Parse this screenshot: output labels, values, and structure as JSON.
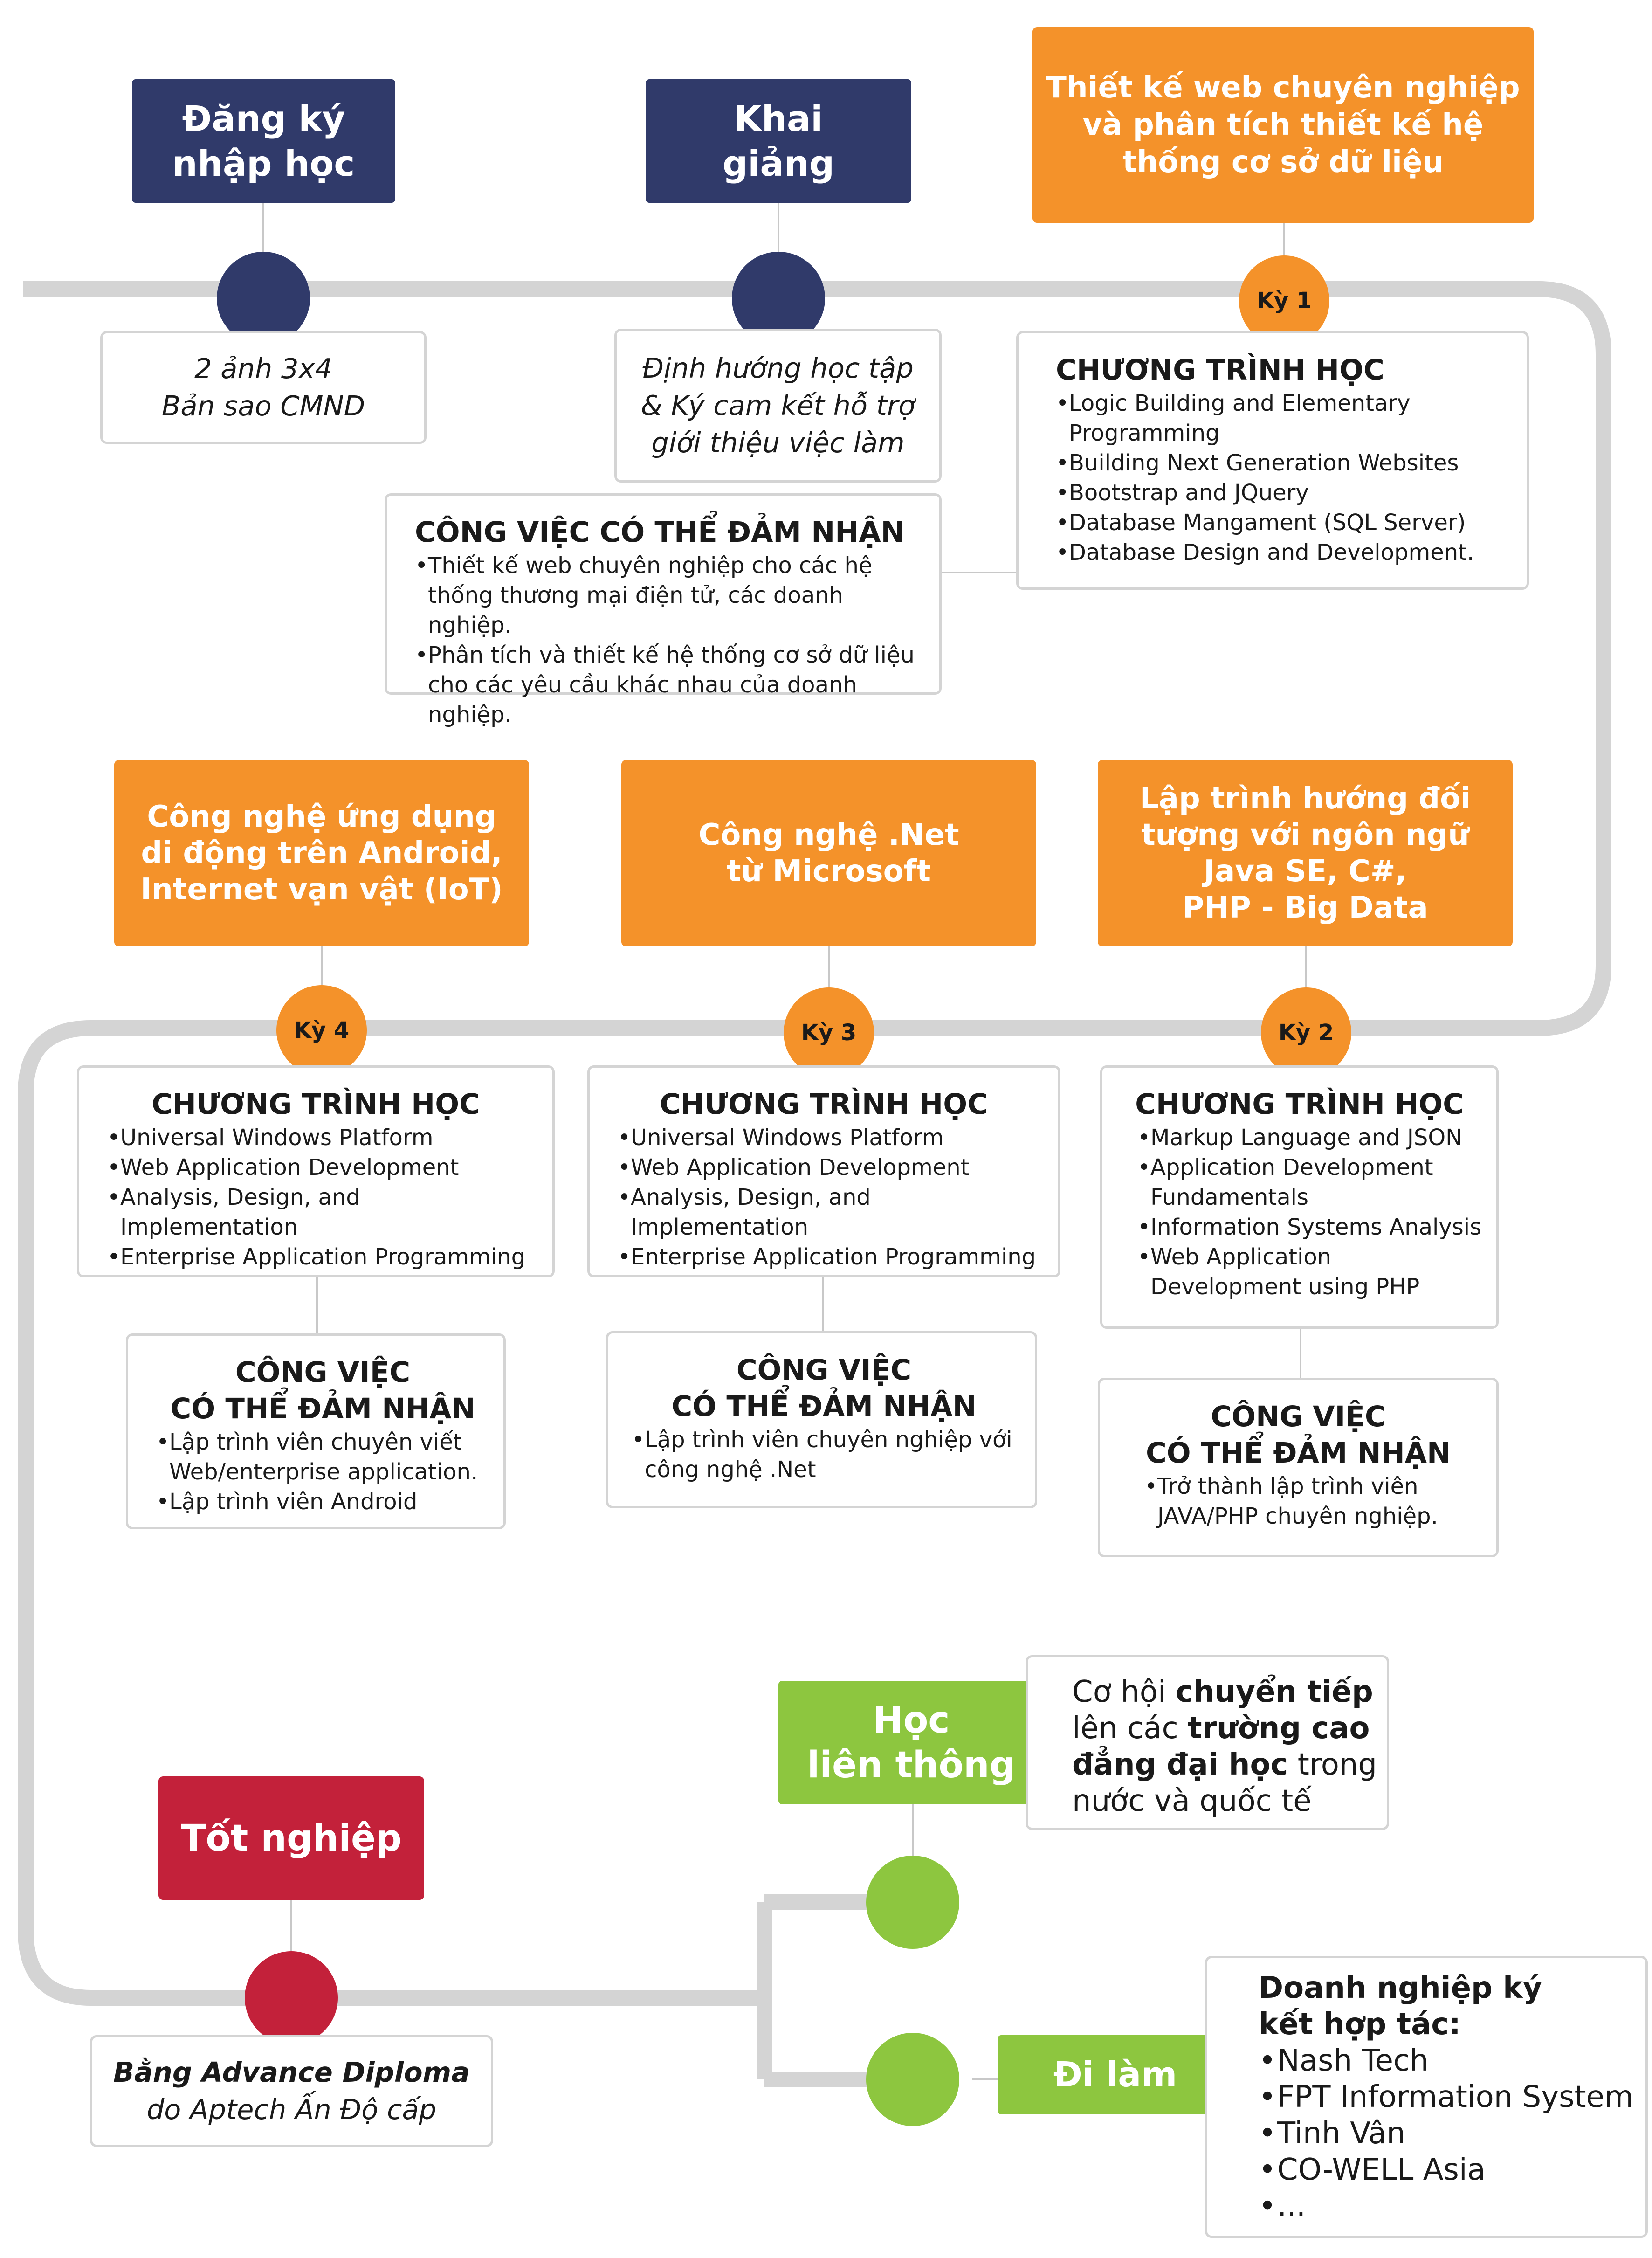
{
  "colors": {
    "navy": "#303a6a",
    "orange": "#f4922a",
    "red": "#c3213a",
    "green": "#8dc63f",
    "track": "#d4d4d4"
  },
  "milestones": {
    "register": {
      "line1": "Đăng ký",
      "line2": "nhập học"
    },
    "register_docs": {
      "line1": "2 ảnh 3x4",
      "line2": "Bản sao CMND"
    },
    "opening": {
      "line1": "Khai",
      "line2": "giảng"
    },
    "opening_note": {
      "line1": "Định hướng học tập",
      "line2": "& Ký cam kết hỗ trợ",
      "line3": "giới thiệu việc làm"
    },
    "graduation": {
      "label": "Tốt nghiệp"
    },
    "diploma": {
      "line1": "Bằng Advance Diploma",
      "line2": "do Aptech Ấn Độ cấp"
    }
  },
  "terms": {
    "k1": {
      "badge": "Kỳ 1",
      "topic": [
        "Thiết kế web chuyên nghiệp",
        "và phân tích thiết kế hệ",
        "thống cơ sở dữ liệu"
      ],
      "program_title": "CHƯƠNG TRÌNH HỌC",
      "program": [
        "Logic Building and Elementary Programming",
        "Building Next Generation Websites",
        "Bootstrap and JQuery",
        "Database Mangament (SQL Server)",
        "Database Design and Development."
      ],
      "jobs_title": "CÔNG VIỆC CÓ THỂ ĐẢM NHẬN",
      "jobs": [
        "Thiết kế web chuyên nghiệp cho các hệ thống thương mại điện tử, các doanh nghiệp.",
        "Phân tích và thiết kế hệ thống cơ sở dữ liệu cho các yêu cầu khác nhau của doanh nghiệp."
      ]
    },
    "k2": {
      "badge": "Kỳ 2",
      "topic": [
        "Lập trình hướng đối",
        "tượng với ngôn ngữ",
        "Java SE, C#,",
        "PHP - Big Data"
      ],
      "program_title": "CHƯƠNG TRÌNH HỌC",
      "program": [
        "Markup Language and JSON",
        "Application Development Fundamentals",
        "Information Systems Analysis",
        "Web Application Development using PHP"
      ],
      "jobs_title1": "CÔNG VIỆC",
      "jobs_title2": "CÓ THỂ ĐẢM NHẬN",
      "jobs": [
        "Trở thành lập trình viên JAVA/PHP chuyên nghiệp."
      ]
    },
    "k3": {
      "badge": "Kỳ 3",
      "topic": [
        "Công nghệ .Net",
        "từ Microsoft"
      ],
      "program_title": "CHƯƠNG TRÌNH HỌC",
      "program": [
        "Universal Windows Platform",
        "Web Application Development",
        "Analysis, Design, and Implementation",
        "Enterprise Application Programming"
      ],
      "jobs_title1": "CÔNG VIỆC",
      "jobs_title2": "CÓ THỂ ĐẢM NHẬN",
      "jobs": [
        "Lập trình viên chuyên nghiệp với công nghệ .Net"
      ]
    },
    "k4": {
      "badge": "Kỳ 4",
      "topic": [
        "Công nghệ ứng dụng",
        "di động trên Android,",
        "Internet vạn vật (IoT)"
      ],
      "program_title": "CHƯƠNG TRÌNH HỌC",
      "program": [
        "Universal Windows Platform",
        "Web Application Development",
        "Analysis, Design, and Implementation",
        "Enterprise Application Programming"
      ],
      "jobs_title1": "CÔNG VIỆC",
      "jobs_title2": "CÓ THỂ ĐẢM NHẬN",
      "jobs": [
        "Lập trình viên chuyên viết Web/enterprise application.",
        "Lập trình viên Android"
      ]
    }
  },
  "paths": {
    "transfer": {
      "line1": "Học",
      "line2": "liên thông",
      "note": [
        "Cơ hội ",
        "chuyển tiếp",
        "lên các ",
        "trường cao",
        "đẳng đại học",
        " trong",
        "nước và quốc tế"
      ]
    },
    "work": {
      "label": "Đi làm",
      "partners_title": "Doanh nghiệp ký kết hợp tác:",
      "partners": [
        "Nash Tech",
        "FPT Information System",
        "Tinh Vân",
        "CO-WELL Asia",
        "..."
      ]
    }
  }
}
